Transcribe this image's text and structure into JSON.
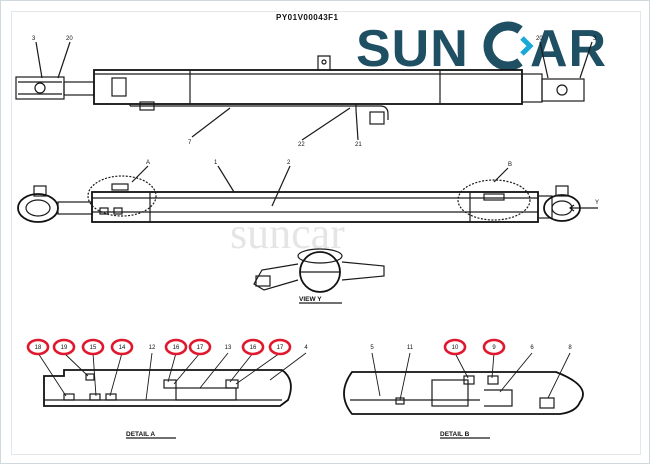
{
  "doc_id": "PY01V00043F1",
  "brand": {
    "left": "SUN",
    "right": "AR",
    "watermark": "suncar"
  },
  "colors": {
    "brand": "#1f4f63",
    "accent": "#1aa8d8",
    "callout": "#e0182d"
  },
  "top_view": {
    "labels": {
      "l3": "3",
      "l20": "20",
      "r20": "20",
      "r3": "3",
      "l7": "7",
      "l22": "22",
      "l21": "21"
    }
  },
  "mid_view": {
    "labels": {
      "a": "A",
      "n1": "1",
      "n2": "2",
      "b": "B",
      "y": "Y"
    }
  },
  "view_y": {
    "caption": "VIEW  Y"
  },
  "detail_a": {
    "caption": "DETAIL  A",
    "callouts": [
      "18",
      "19",
      "15",
      "14"
    ],
    "plain": [
      "12"
    ],
    "callouts2": [
      "16",
      "17"
    ],
    "plain2": [
      "13"
    ],
    "callouts3": [
      "16",
      "17"
    ],
    "plain3": [
      "4"
    ]
  },
  "detail_b": {
    "caption": "DETAIL  B",
    "plain_left": [
      "5",
      "11"
    ],
    "callouts": [
      "10",
      "9"
    ],
    "plain_right": [
      "6",
      "8"
    ]
  }
}
